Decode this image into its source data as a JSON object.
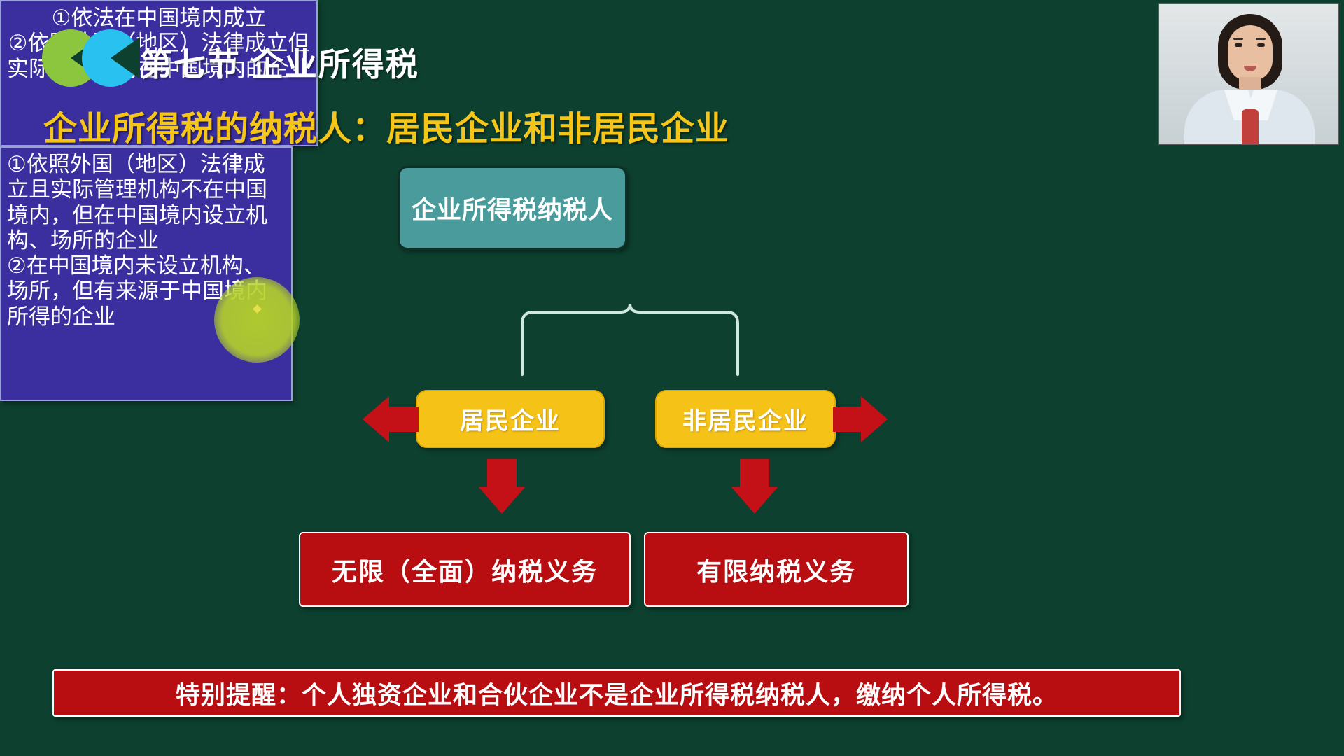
{
  "slide": {
    "title": "第七节 企业所得税",
    "subtitle": "企业所得税的纳税人：居民企业和非居民企业",
    "background_color": "#0d402f",
    "title_color": "#ffffff",
    "subtitle_color": "#f5c518"
  },
  "logo": {
    "name": "quote-mark-logo",
    "left_color": "#8cc63f",
    "right_color": "#29c1f0"
  },
  "webcam": {
    "label": "presenter-video-thumbnail"
  },
  "diagram": {
    "root": {
      "label": "企业所得税纳税人",
      "fill": "#4a9b9b",
      "text_color": "#ffffff"
    },
    "branches": [
      {
        "label": "居民企业",
        "fill": "#f5c318",
        "text_color": "#ffffff",
        "obligation": "无限（全面）纳税义务",
        "note": "①依法在中国境内成立\n②依照外国（地区）法律成立但实际管理机构在中国境内的企业"
      },
      {
        "label": "非居民企业",
        "fill": "#f5c318",
        "text_color": "#ffffff",
        "obligation": "有限纳税义务",
        "note": "①依照外国（地区）法律成立且实际管理机构不在中国境内，但在中国境内设立机构、场所的企业\n②在中国境内未设立机构、场所，但有来源于中国境内所得的企业"
      }
    ],
    "notes": {
      "left": "①依法在中国境内成立\n②依照外国（地区）法律成立但实际管理机构在中国境内的企业",
      "right": "①依照外国（地区）法律成立且实际管理机构不在中国境内，但在中国境内设立机构、场所的企业\n②在中国境内未设立机构、场所，但有来源于中国境内所得的企业",
      "fill": "#3b2fa0",
      "border": "#9aa0d8"
    },
    "obligations": {
      "unlimited": "无限（全面）纳税义务",
      "limited": "有限纳税义务",
      "fill": "#b80e12"
    },
    "arrow_color": "#c41017"
  },
  "banner": {
    "text": "特别提醒：个人独资企业和合伙企业不是企业所得税纳税人，缴纳个人所得税。",
    "fill": "#b80e12",
    "text_color": "#ffffff"
  },
  "cursor": {
    "label": "laser-pointer-highlight",
    "color": "#b5d12a"
  }
}
